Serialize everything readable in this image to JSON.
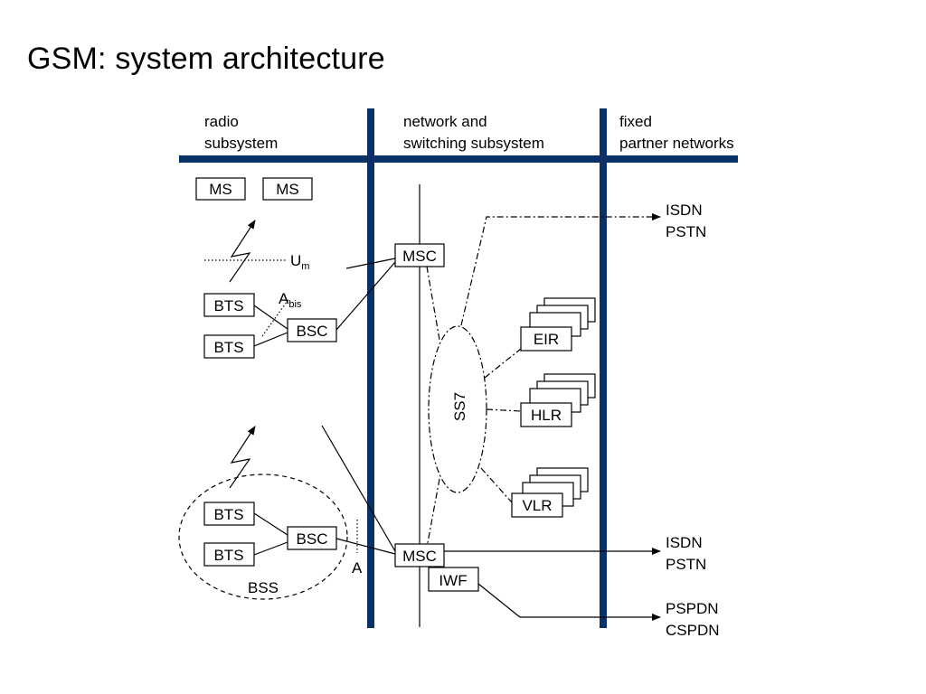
{
  "title": "GSM: system architecture",
  "columns": {
    "radio": [
      "radio",
      "subsystem"
    ],
    "nss": [
      "network and",
      "switching subsystem"
    ],
    "fixed": [
      "fixed",
      "partner networks"
    ]
  },
  "nodes": {
    "ms": "MS",
    "bts": "BTS",
    "bsc": "BSC",
    "msc": "MSC",
    "eir": "EIR",
    "hlr": "HLR",
    "vlr": "VLR",
    "iwf": "IWF"
  },
  "labels": {
    "um_main": "U",
    "um_sub": "m",
    "abis_main": "A",
    "abis_sub": "bis",
    "a": "A",
    "bss": "BSS",
    "ss7": "SS7"
  },
  "networks": {
    "isdn": "ISDN",
    "pstn": "PSTN",
    "pspdn": "PSPDN",
    "cspdn": "CSPDN"
  },
  "colors": {
    "divider": "#0b3266",
    "lines": "#000000"
  }
}
